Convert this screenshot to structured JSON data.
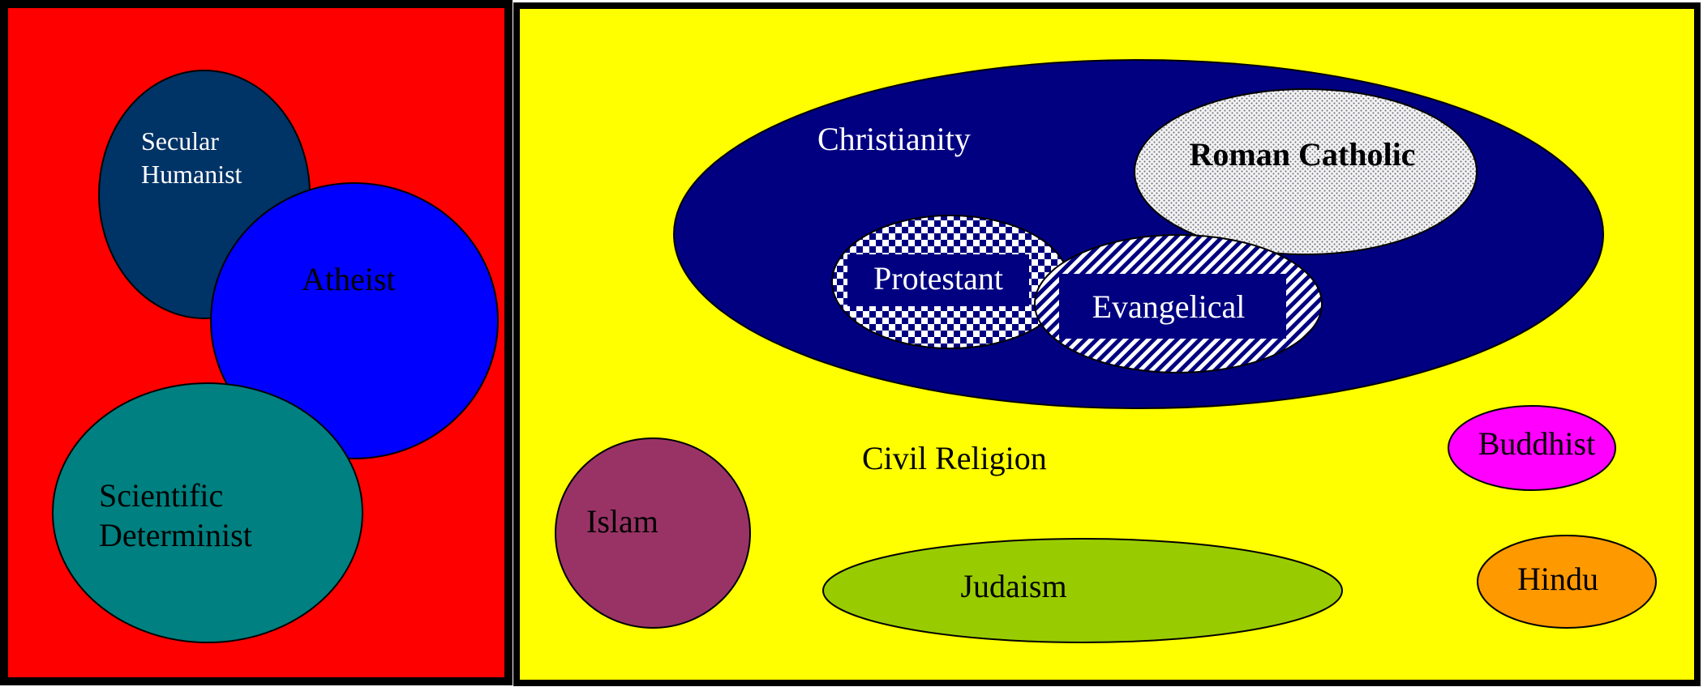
{
  "left_panel": {
    "color": "#ff0000",
    "items": {
      "secular_humanist": {
        "lines": [
          "Secular",
          "Humanist"
        ],
        "color": "#003366"
      },
      "atheist": {
        "label": "Atheist",
        "color": "#0000ff"
      },
      "scientific_determinist": {
        "lines": [
          "Scientific",
          "Determinist"
        ],
        "color": "#008080"
      }
    }
  },
  "right_panel": {
    "color": "#ffff00",
    "label": "Civil Religion",
    "christianity": {
      "label": "Christianity",
      "color": "#000080",
      "roman_catholic": {
        "label": "Roman Catholic",
        "pattern": "dotted"
      },
      "protestant": {
        "label": "Protestant",
        "pattern": "checkered"
      },
      "evangelical": {
        "label": "Evangelical",
        "pattern": "diagonal-stripes"
      }
    },
    "islam": {
      "label": "Islam",
      "color": "#993366"
    },
    "judaism": {
      "label": "Judaism",
      "color": "#99cc00"
    },
    "buddhist": {
      "label": "Buddhist",
      "color": "#ff00ff"
    },
    "hindu": {
      "label": "Hindu",
      "color": "#ff9900"
    }
  }
}
